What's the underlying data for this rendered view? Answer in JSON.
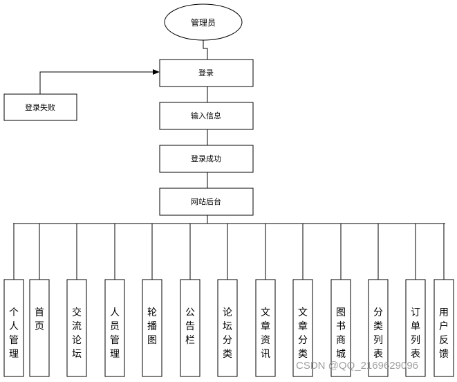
{
  "diagram": {
    "root": "管理员",
    "flow": [
      "登录",
      "输入信息",
      "登录成功",
      "网站后台"
    ],
    "failure": "登录失败",
    "modules": [
      "个人管理",
      "首页",
      "交流论坛",
      "人员管理",
      "轮播图",
      "公告栏",
      "论坛分类",
      "文章资讯",
      "文章分类",
      "图书商城",
      "分类列表",
      "订单列表",
      "用户反馈"
    ]
  },
  "watermark": "CSDN @QQ_2169629096"
}
